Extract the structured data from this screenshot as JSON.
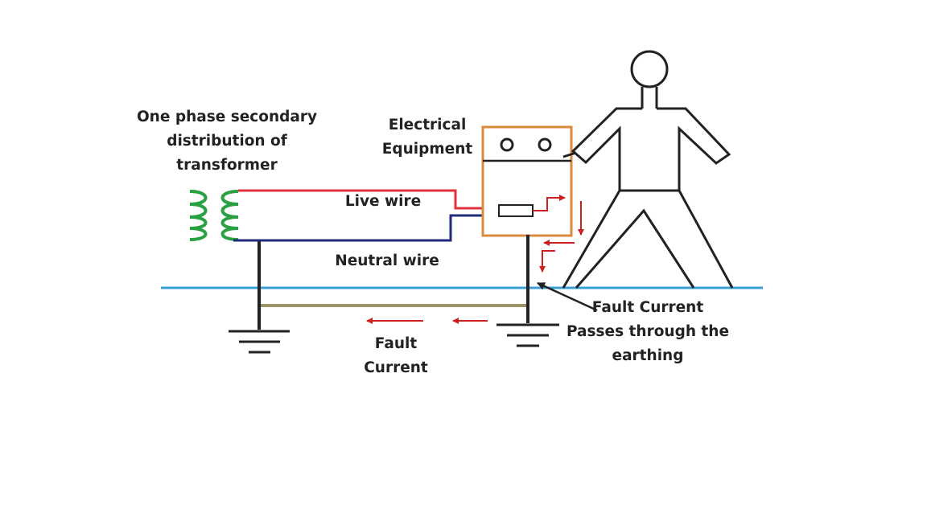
{
  "labels": {
    "transformer": [
      "One phase secondary",
      "distribution of",
      "transformer"
    ],
    "equipment": [
      "Electrical",
      "Equipment"
    ],
    "live_wire": "Live wire",
    "neutral_wire": "Neutral wire",
    "fault_current_bottom": [
      "Fault",
      "Current"
    ],
    "fault_current_earthing": [
      "Fault Current",
      "Passes through the",
      "earthing"
    ]
  },
  "colors": {
    "live_wire": "#e0303a",
    "neutral_wire": "#1f2a78",
    "transformer_coil": "#2aa043",
    "ground_line": "#3aa0d4",
    "earth_bond": "#9c9468",
    "equipment_box": "#d98a3c",
    "fault_arrow": "#cf2020",
    "structure": "#222222"
  }
}
